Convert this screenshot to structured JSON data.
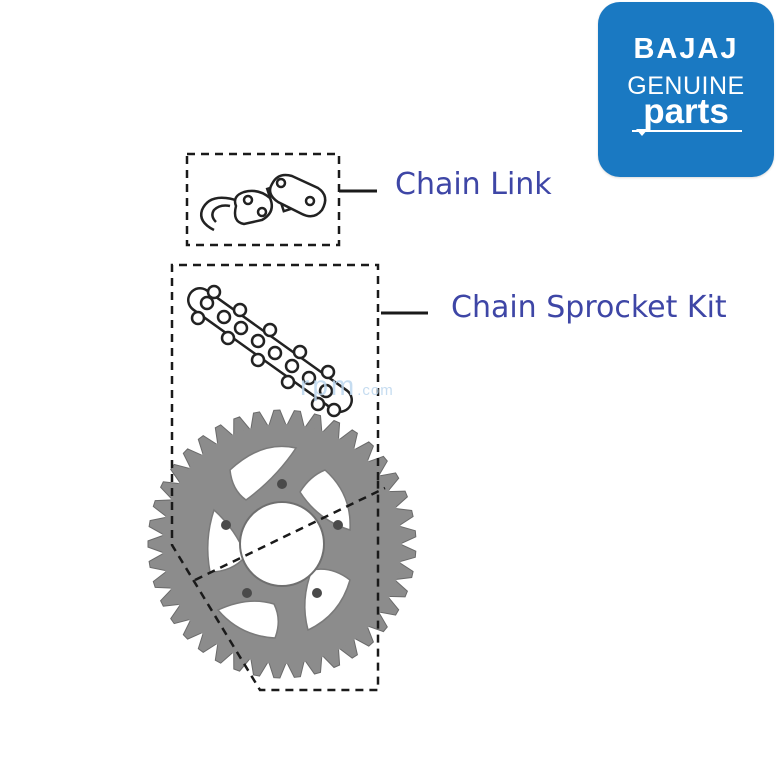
{
  "logo": {
    "brand": "BAJAJ",
    "line2": "GENUINE",
    "line3": "parts"
  },
  "labels": {
    "chain_link": "Chain Link",
    "chain_sprocket_kit": "Chain Sprocket Kit"
  },
  "watermark": {
    "main": "rpm",
    "suffix": ".com"
  },
  "colors": {
    "logo_background": "#1a79c2",
    "label_text": "#3e46a6",
    "outline": "#1a1a1a",
    "sprocket": "#8c8c8c"
  },
  "icons": {
    "chain_link": "chain-link-parts-icon",
    "chain": "roller-chain-icon",
    "sprocket": "sprocket-icon"
  }
}
